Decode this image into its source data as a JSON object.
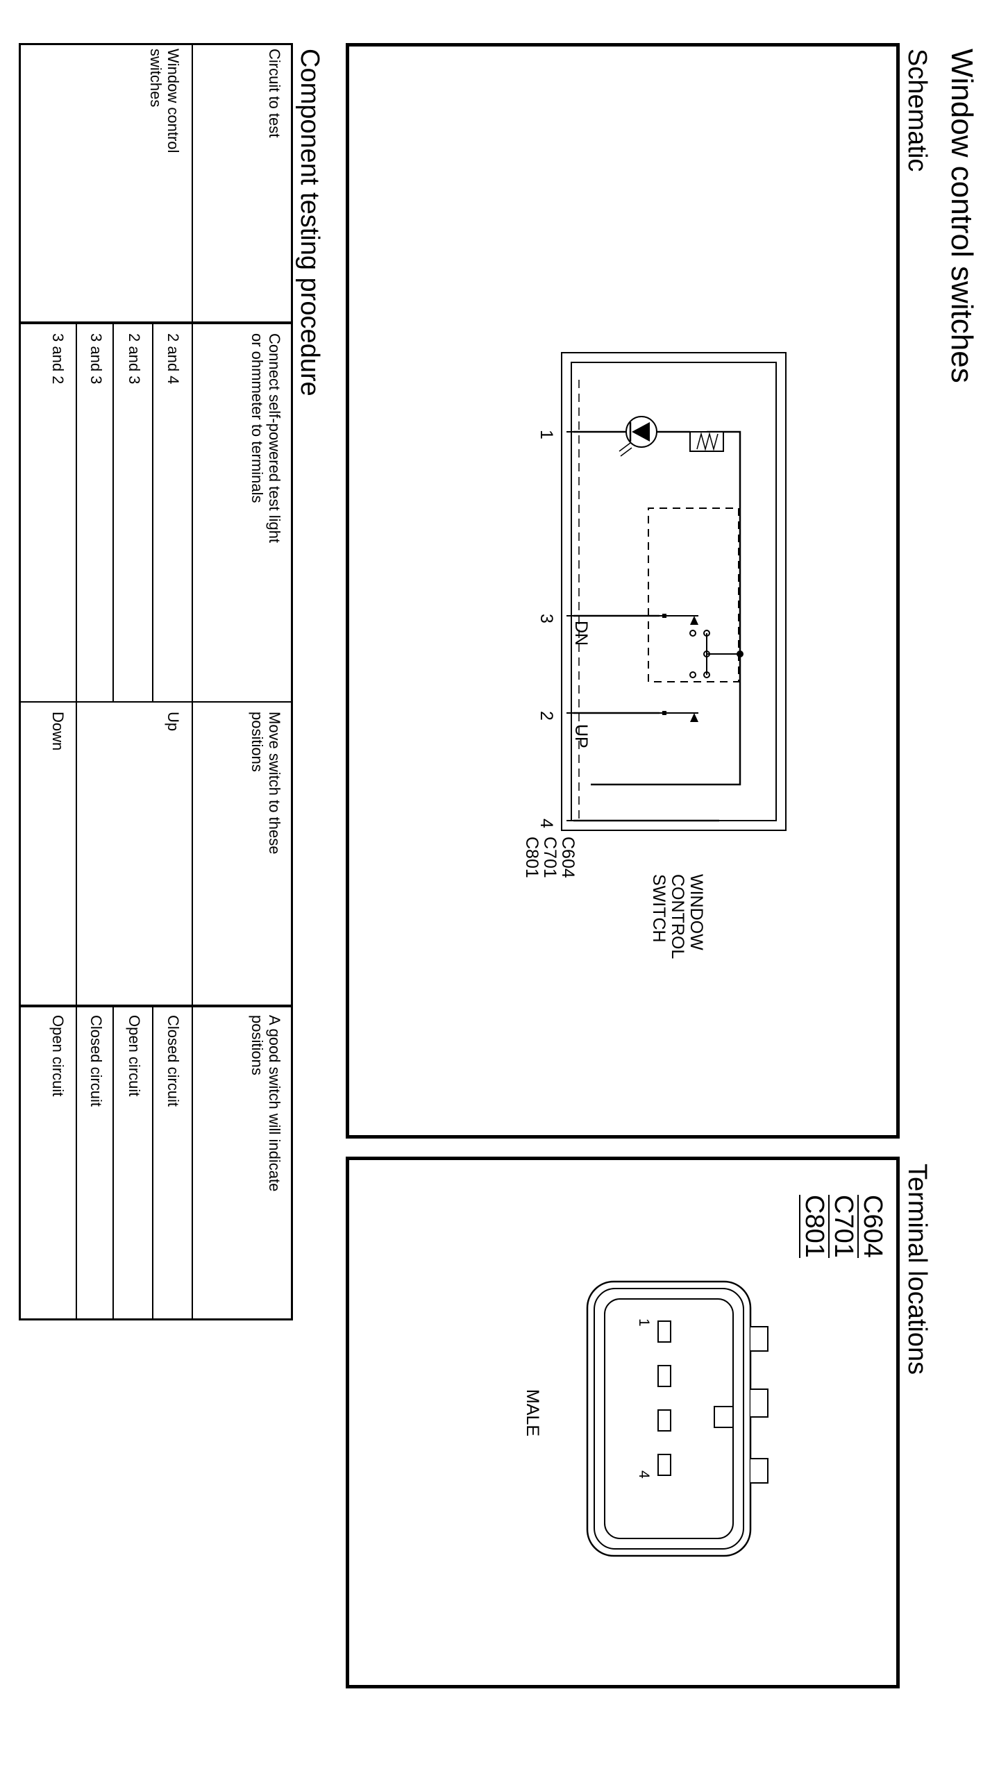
{
  "page_title": "Window control switches",
  "schematic": {
    "heading": "Schematic",
    "switch_name": [
      "WINDOW",
      "CONTROL",
      "SWITCH"
    ],
    "pins": [
      "1",
      "3",
      "2",
      "4"
    ],
    "connectors": [
      "C604",
      "C701",
      "C801"
    ],
    "pole_labels": {
      "down": "DN",
      "up": "UP"
    }
  },
  "terminal_locations": {
    "heading": "Terminal locations",
    "connectors": [
      "C604",
      "C701",
      "C801"
    ],
    "pin_labels": [
      "1",
      "4"
    ],
    "gender": "MALE"
  },
  "testing": {
    "heading": "Component testing procedure",
    "columns": {
      "circuit": "Circuit to test",
      "terminals": [
        "Connect self-powered test light",
        "or ohmmeter to terminals"
      ],
      "positions": [
        "Move switch to these",
        "positions"
      ],
      "result": [
        "A good switch will indicate",
        "positions"
      ]
    },
    "circuit_name": [
      "Window control",
      "switches"
    ],
    "rows": [
      {
        "terminals": "2 and 4",
        "result": "Closed circuit"
      },
      {
        "terminals": "2 and 3",
        "result": "Open circuit"
      },
      {
        "terminals": "3 and 3",
        "result": "Closed circuit"
      },
      {
        "terminals": "3 and 2",
        "result": "Open circuit"
      }
    ],
    "positions": [
      "Up",
      "Down"
    ]
  }
}
